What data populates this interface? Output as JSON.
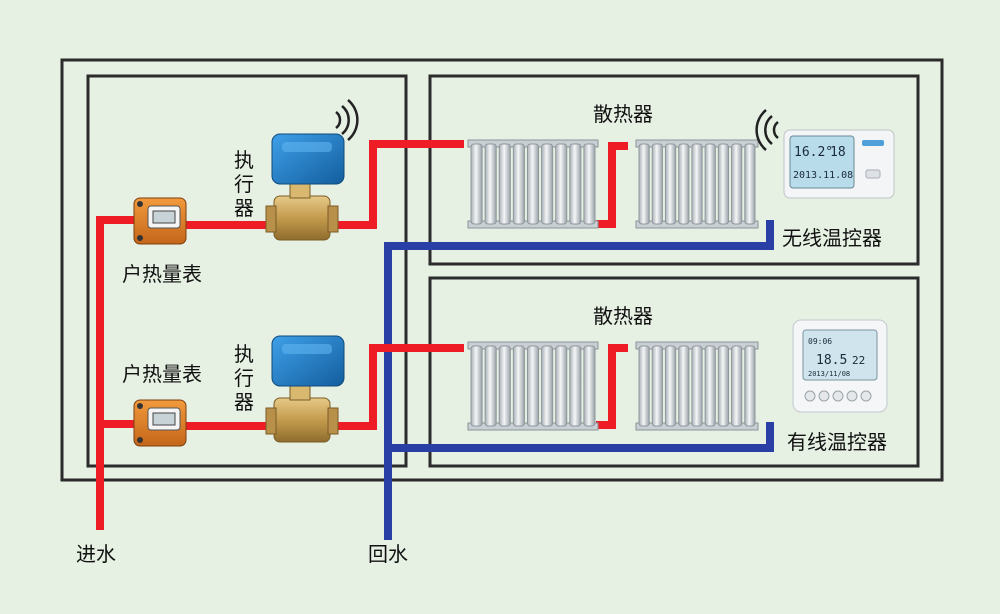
{
  "labels": {
    "radiator_top": "散热器",
    "radiator_bottom": "散热器",
    "wireless_thermostat": "无线温控器",
    "wired_thermostat": "有线温控器",
    "actuator_top": "执行器",
    "actuator_bottom": "执行器",
    "heat_meter_top": "户热量表",
    "heat_meter_bottom": "户热量表",
    "water_in": "进水",
    "water_return": "回水"
  },
  "wireless_display": {
    "line1_left": "16.2°",
    "line1_right": "18",
    "line2": "2013.11.08"
  },
  "wired_display": {
    "line1": "09:06",
    "temp_left": "18.5",
    "temp_right": "22",
    "line3": "2013/11/08"
  },
  "colors": {
    "supply_pipe": "#ee1c25",
    "return_pipe": "#2a3fa6",
    "background": "#e6f1e3",
    "actuator_body": "#1f7fd0",
    "valve_brass": "#caa45a"
  }
}
